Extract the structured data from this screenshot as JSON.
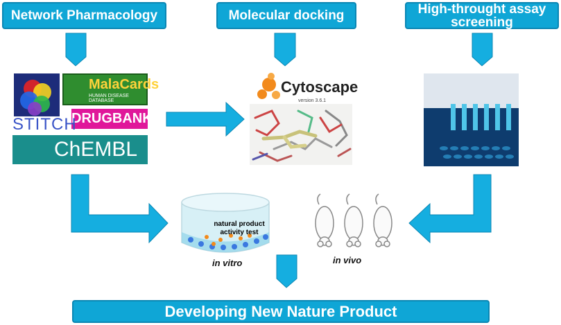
{
  "headers": {
    "network": "Network Pharmacology",
    "docking": "Molecular docking",
    "assay_line1": "High-throught assay",
    "assay_line2": "screening"
  },
  "logos": {
    "malacards_name": "MalaCards",
    "malacards_sub": "HUMAN DISEASE DATABASE",
    "drugbank": "DRUGBANK",
    "stitch": "STITCH",
    "chembl": "ChEMBL",
    "cytoscape": "Cytoscape",
    "cytoscape_version": "version 3.6.1"
  },
  "labels": {
    "natural_product_line1": "natural product",
    "natural_product_line2": "activity test",
    "in_vitro": "in vitro",
    "in_vivo": "in vivo"
  },
  "footer": "Developing New Nature Product",
  "colors": {
    "box": "#0fa6d6",
    "arrow": "#15aee0",
    "arrow_border": "#0a86b3"
  }
}
